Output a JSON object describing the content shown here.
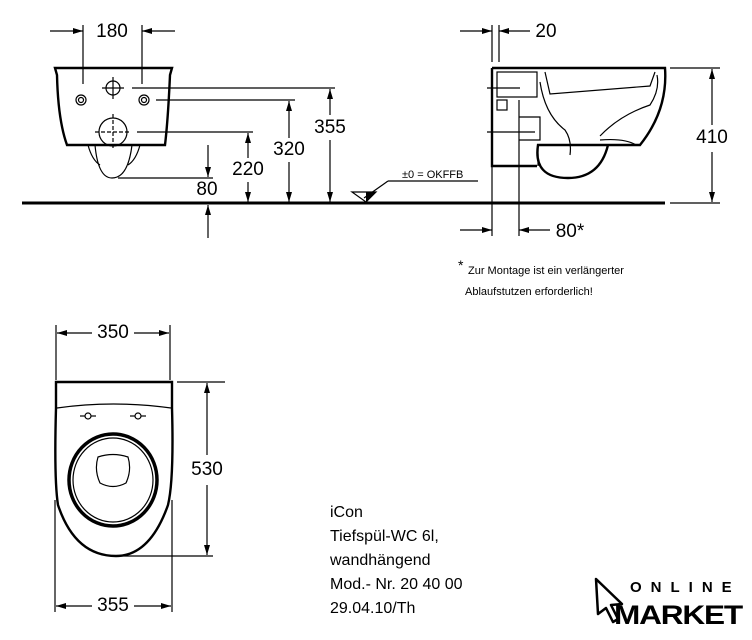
{
  "dimensions": {
    "front_width": "180",
    "front_h355": "355",
    "front_h320": "320",
    "front_h220": "220",
    "front_h80": "80",
    "side_wall": "20",
    "side_height": "410",
    "side_drain": "80*",
    "top_width": "350",
    "top_length": "530",
    "top_bottom_width": "355"
  },
  "floor_label": "±0 = OKFFB",
  "footnote": {
    "asterisk": "*",
    "line1": "Zur Montage ist ein verlängerter",
    "line2": "Ablaufstutzen erforderlich!"
  },
  "product": {
    "name": "iCon",
    "type": "Tiefspül-WC 6l,",
    "mount": "wandhängend",
    "model": "Mod.- Nr. 20 40 00",
    "date": "29.04.10/Th"
  },
  "logo": {
    "top": "ONLINE",
    "bottom": "MARKET"
  }
}
